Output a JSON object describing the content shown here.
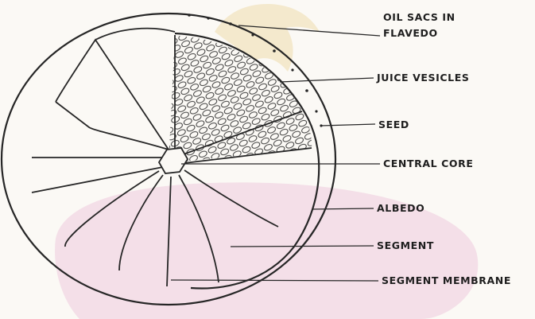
{
  "colors": {
    "paper": "#fbf9f5",
    "outline": "#262626",
    "watermark_pink": "#efcadc",
    "watermark_gold": "#e7cc83"
  },
  "labels": {
    "oil_sacs_line1": "OIL SACS IN",
    "oil_sacs_line2": "FLAVEDO",
    "juice_vesicles": "JUICE VESICLES",
    "seed": "SEED",
    "central_core": "CENTRAL CORE",
    "albedo": "ALBEDO",
    "segment": "SEGMENT",
    "segment_membrane": "SEGMENT MEMBRANE"
  }
}
